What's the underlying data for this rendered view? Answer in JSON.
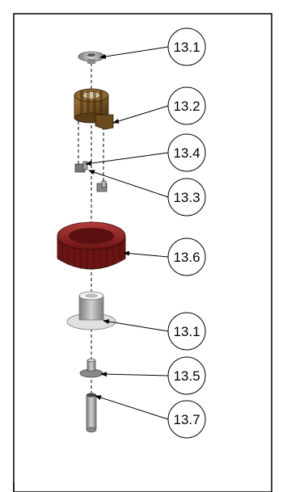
{
  "callouts": [
    {
      "id": "c1",
      "label": "13.1"
    },
    {
      "id": "c2",
      "label": "13.2"
    },
    {
      "id": "c3",
      "label": "13.4"
    },
    {
      "id": "c4",
      "label": "13.3"
    },
    {
      "id": "c5",
      "label": "13.6"
    },
    {
      "id": "c6",
      "label": "13.1"
    },
    {
      "id": "c7",
      "label": "13.5"
    },
    {
      "id": "c8",
      "label": "13.7"
    }
  ],
  "colors": {
    "border": "#000000",
    "gear_brown": "#6b4a1f",
    "gear_brown_dark": "#3e2a10",
    "gear_red": "#8b1f1f",
    "gear_red_dark": "#5a1010",
    "part_gray": "#9a9a9a",
    "part_light": "#e6e6e6"
  }
}
